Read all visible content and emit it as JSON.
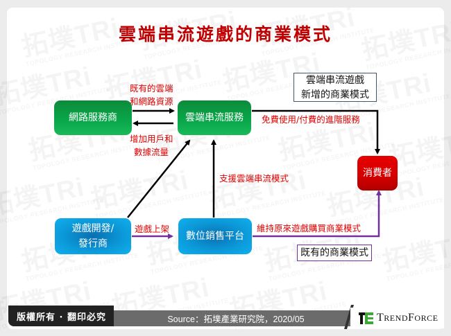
{
  "title": "雲端串流遊戲的商業模式",
  "nodes": {
    "isp": "網路服務商",
    "cloud_streaming": "雲端串流服務",
    "developer_line1": "遊戲開發/",
    "developer_line2": "發行商",
    "digital_store": "數位銷售平台",
    "consumer": "消費者"
  },
  "edge_labels": {
    "isp_to_cloud_line1": "既有的雲端",
    "isp_to_cloud_line2": "和網路資源",
    "cloud_to_isp_line1": "增加用戶和",
    "cloud_to_isp_line2": "數據流量",
    "cloud_to_consumer": "免費使用/付費的進階服務",
    "store_to_cloud": "支援雲端串流模式",
    "developer_to_store": "遊戲上架",
    "store_to_consumer": "維持原來遊戲購買商業模式"
  },
  "legend": {
    "new_model_line1": "雲端串流遊戲",
    "new_model_line2": "新增的商業模式",
    "existing_model": "既有的商業模式"
  },
  "footer": {
    "copyright": "版權所有 · 翻印必究",
    "source": "Source：拓墣產業研究院，2020/05",
    "brand": "TrendForce"
  },
  "colors": {
    "title_red": "#c00000",
    "label_red": "#e00000",
    "green_node": "#0aa84a",
    "blue_node": "#0b98d8",
    "red_node": "#d40000",
    "purple_arrow": "#7030a0",
    "black_arrow": "#000000"
  },
  "watermark": {
    "text": "拓墣TRi",
    "subtext": "TOPOLOGY RESEARCH INSTITUTE"
  }
}
